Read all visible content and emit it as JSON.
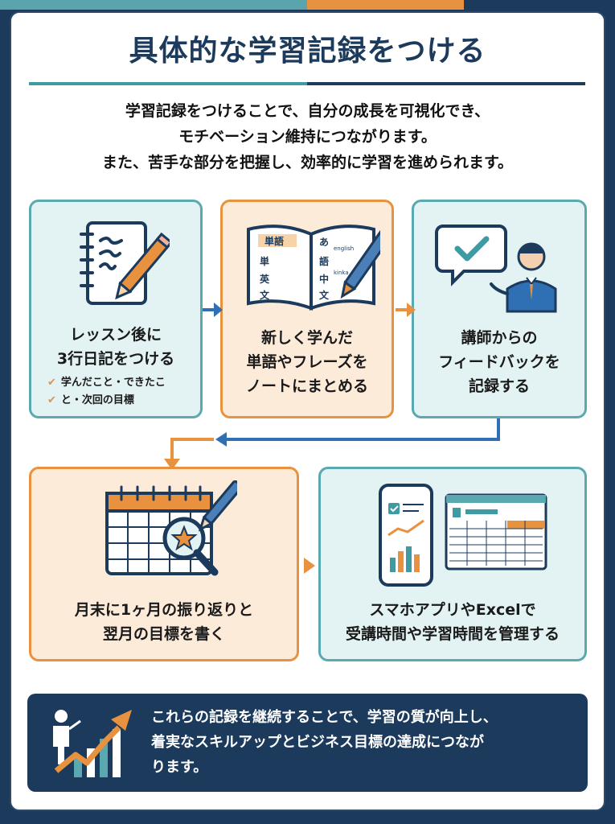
{
  "title": "具体的な学習記録をつける",
  "intro": {
    "line1": "学習記録をつけることで、自分の成長を可視化でき、",
    "line2": "モチベーション維持につながります。",
    "line3": "また、苦手な部分を把握し、効率的に学習を進められます。"
  },
  "steps": [
    {
      "line1": "レッスン後に",
      "line2": "3行日記をつける",
      "checks": [
        "学んだこと・できたこ",
        "と・次回の目標"
      ],
      "icon": "notebook-pencil-icon"
    },
    {
      "line1": "新しく学んだ",
      "line2": "単語やフレーズを",
      "line3": "ノートにまとめる",
      "icon": "open-book-pen-icon",
      "book_words_left": [
        "単語",
        "単",
        "英",
        "文"
      ],
      "book_words_right": [
        "あ",
        "語",
        "中",
        "文",
        "english",
        "kinka"
      ]
    },
    {
      "line1": "講師からの",
      "line2": "フィードバックを",
      "line3": "記録する",
      "icon": "teacher-feedback-icon"
    },
    {
      "line1": "月末に1ヶ月の振り返りと",
      "line2": "翌月の目標を書く",
      "icon": "calendar-magnifier-icon"
    },
    {
      "line1": "スマホアプリやExcelで",
      "line2": "受講時間や学習時間を管理する",
      "icon": "phone-spreadsheet-icon"
    }
  ],
  "summary": {
    "line1": "これらの記録を継続することで、学習の質が向上し、",
    "line2": "着実なスキルアップとビジネス目標の達成につなが",
    "line3": "ります。",
    "icon": "growth-chart-person-icon"
  },
  "colors": {
    "navy": "#1b3a5c",
    "teal": "#5aa8b0",
    "orange": "#e8913e",
    "teal_bg": "#e3f2f2",
    "orange_bg": "#fdebd9"
  }
}
